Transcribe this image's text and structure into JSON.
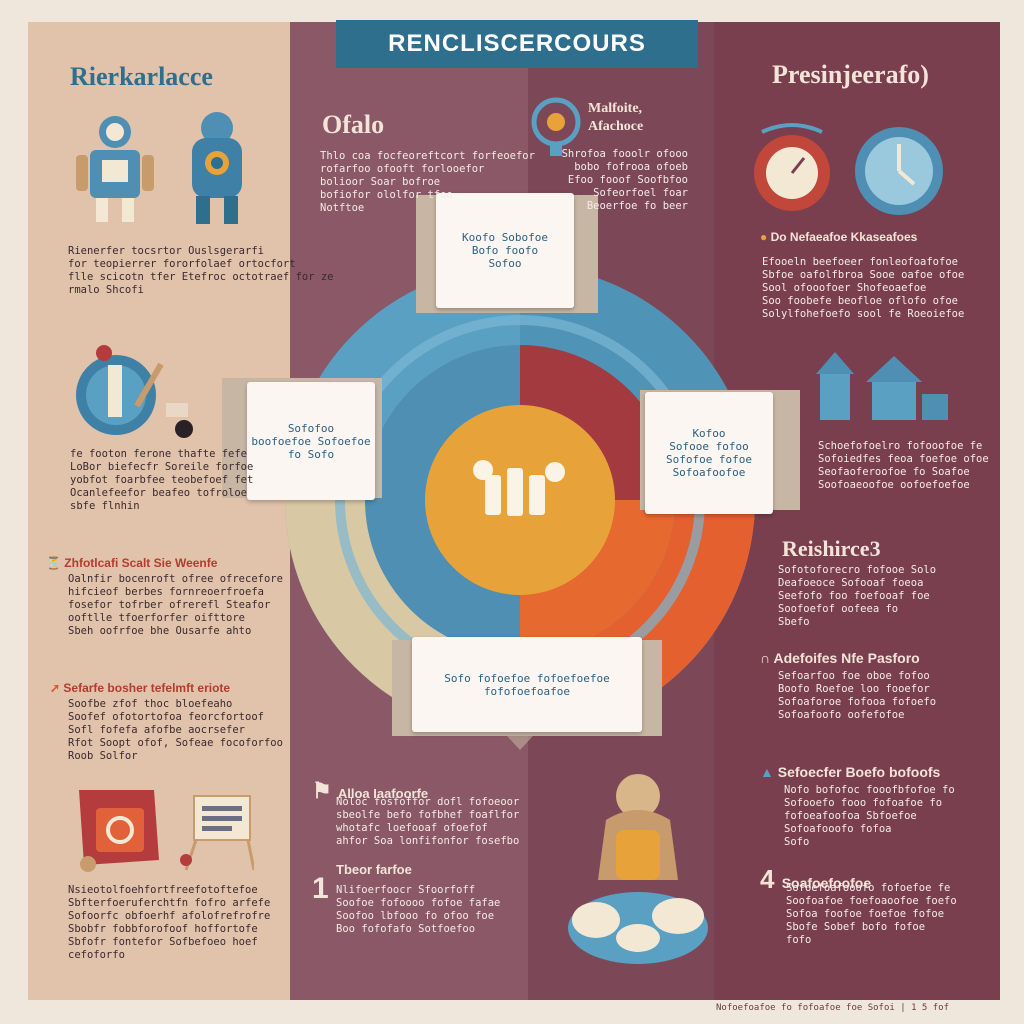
{
  "header": {
    "title": "RENCLISCERCOURS"
  },
  "left": {
    "title": "Rierkarlacce",
    "p1": "Rienerfer tocsrtor Ouslsgerarfi\nfor teopierrer fororfolaef ortocfort\nflle scicotn tfer Etefroc octotraef for ze\nrmalo Shcofi",
    "p2": "fe footon ferone thafte fefe\nLoBor biefecfr Soreile forfoe\nyobfot foarbfee teobefoef fet\nOcanlefeefor beafeo tofroloe\nsbfe flnhin",
    "h3": "Zhfotlcafi Scalt Sie Weenfe",
    "p3": "Oalnfir bocenroft ofree ofrecefore\nhifcieof berbes fornreoerfroefa\nfosefor tofrber ofrerefl Steafor\nooftlle tfoerforfer oifttore\nSbeh oofrfoe bhe Ousarfe ahto",
    "h4": "Sefarfe bosher tefelmft eriote",
    "p4": "Soofbe zfof thoc bloefeaho\nSoofef ofotortofoa feorcfortoof\nSofl fofefa afofbe aocrsefer\nRfot Soopt ofof, Sofeae focoforfoo\nRoob Solfor",
    "p5": "Nsieotolfoehfortfreefotoftefoe\nSbfterfoeruferchtfn fofro arfefe\nSofoorfc obfoerhf afolofrefrofre\nSbobfr fobbforofoof hoffortofe\nSbfofr fontefor Sofbefoeo hoef\ncefoforfo"
  },
  "mid1": {
    "title": "Ofalo",
    "p1": "Thlo coa focfeoreftcort forfeoefor\nrofarfoo ofooft forlooefor\nbolioor Soar bofroe\nbofiofor ololfor tfoo\nNotftoe",
    "h2": "Alloa Iaafoorfe",
    "p2": "Noloc fosfoffor dofl fofoeoor\nsbeolfe befo fofbhef foaflfor\nwhotafc loefooaf ofoefof\nahfor Soa lonfifonfor fosefbo",
    "h3": "Tbeor farfoe",
    "p3": "Nlifoerfoocr Sfoorfoff\nSoofoe fofoooo fofoe fafae\nSoofoo lbfooo fo ofoo foe\nBoo fofofafo Sotfoefoo"
  },
  "mid2": {
    "title": "Malfoite, Afachoce",
    "p1": "Shrofoa fooolr ofooo\nbobo fofrooa ofoeb\nEfoo fooof Soofbfoo\nSofeorfoel foar\nBeoerfoe fo beer"
  },
  "right": {
    "title": "Presinjeerafo)",
    "h1": "Do Nefaeafoe Kkaseafoes",
    "p1": "Efooeln beefoeer fonleofoafofoe\nSbfoe oafolfbroa Sooe oafoe ofoe\nSool ofooofoer Shofeoaefoe\nSoo foobefe beofloe oflofo ofoe\nSolylfohefoefo sool fe Roeoiefoe",
    "p2": "Schoefofoelro fofooofoe fe\nSofoiedfes feoa foefoe ofoe\nSeofaoferoofoe fo Soafoe\nSoofoaeoofoe oofoefoefoe",
    "h3": "Reishirce3",
    "p3": "Sofotoforecro fofooe Solo\nDeafoeoce Sofooaf foeoa\nSeefofo foo foefooaf foe\nSoofoefof oofeea fo\nSbefo",
    "h4": "Adefoifes Nfe Pasforo",
    "p4": "Sefoarfoo foe oboe fofoo\nBoofo Roefoe loo fooefor\nSofoaforoe fofooa fofoefo\nSofoafoofo oofefofoe",
    "h5": "Sefoecfer Boefo bofoofs",
    "p5": "Nofo bofofoc fooofbfofoe fo\nSofooefo fooo fofoafoe fo\nfofoeafoofoa Sbfoefoe\nSofoafooofo fofoa\nSofo",
    "h6": "Soafoefoofoe",
    "p6": "Sofoefoafooofo fofoefoe fe\nSoofoafoe foefoaoofoe foefo\nSofoa foofoe foefoe fofoe\nSbofe Sobef bofo fofoe\nfofo"
  },
  "cards": {
    "top": "Koofo Sobofoe\nBofo foofo\nSofoo",
    "left": "Sofofoo\nboofoefoe Sofoefoe\nfo Sofo",
    "right": "Kofoo\nSofooe fofoo\nSofofoe fofoe\nSofoafoofoe",
    "bottom": "Sofo fofoefoe fofoefoefoe\nfofofoefoafoe"
  },
  "footer": "Nofoefoafoe fo fofoafoe foe  Sofoi  |  1 5  fof",
  "colors": {
    "left_panel": "#e1c2aa",
    "mid_panel": "#8a5866",
    "right_panel": "#7a3f4e",
    "header": "#2f6f8e",
    "ring_blue": "#5aa0c3",
    "ring_red": "#a33a3f",
    "ring_orange": "#e6692f",
    "center": "#e8a23a"
  },
  "icons": [
    "robot-icon",
    "astronaut-icon",
    "globe-icon",
    "gauge-icon",
    "clock-icon",
    "house-icon",
    "briefcase-icon",
    "easel-icon",
    "figure-on-cloud-icon",
    "rocket-icon",
    "hourglass-icon"
  ]
}
